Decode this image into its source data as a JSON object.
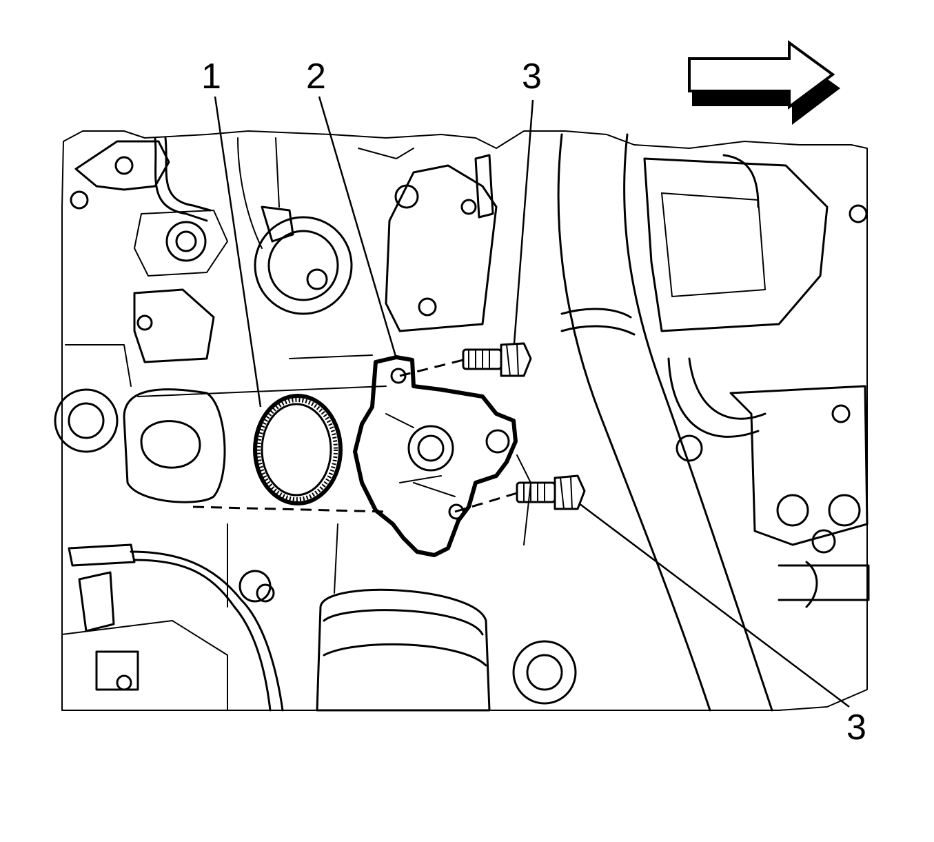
{
  "callouts": [
    {
      "id": "1",
      "label": "1",
      "part": "seal"
    },
    {
      "id": "2",
      "label": "2",
      "part": "housing"
    },
    {
      "id": "3a",
      "label": "3",
      "part": "bolt-upper"
    },
    {
      "id": "3b",
      "label": "3",
      "part": "bolt-lower"
    }
  ],
  "direction_arrow": {
    "icon": "front-direction-arrow-icon"
  }
}
